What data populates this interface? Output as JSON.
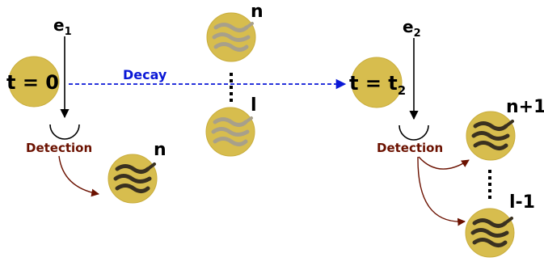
{
  "colors": {
    "circle_fill": "#d7bd4e",
    "circle_stroke": "#c9ad3c",
    "wave_faded": "#a8a08a",
    "wave_dark": "#3a3120",
    "detection_text": "#6b1100",
    "detection_arrow": "#6b1100",
    "decay_line": "#0a18d6"
  },
  "left": {
    "electron_label": "e",
    "electron_sub": "1",
    "time_label": "t = 0",
    "detection_label": "Detection",
    "result_label": "n"
  },
  "middle": {
    "decay_label": "Decay",
    "top_label": "n",
    "bottom_label": "l"
  },
  "right": {
    "electron_label": "e",
    "electron_sub": "2",
    "time_label": "t = t",
    "time_sub": "2",
    "detection_label": "Detection",
    "top_label": "n+1",
    "bottom_label": "l-1"
  }
}
